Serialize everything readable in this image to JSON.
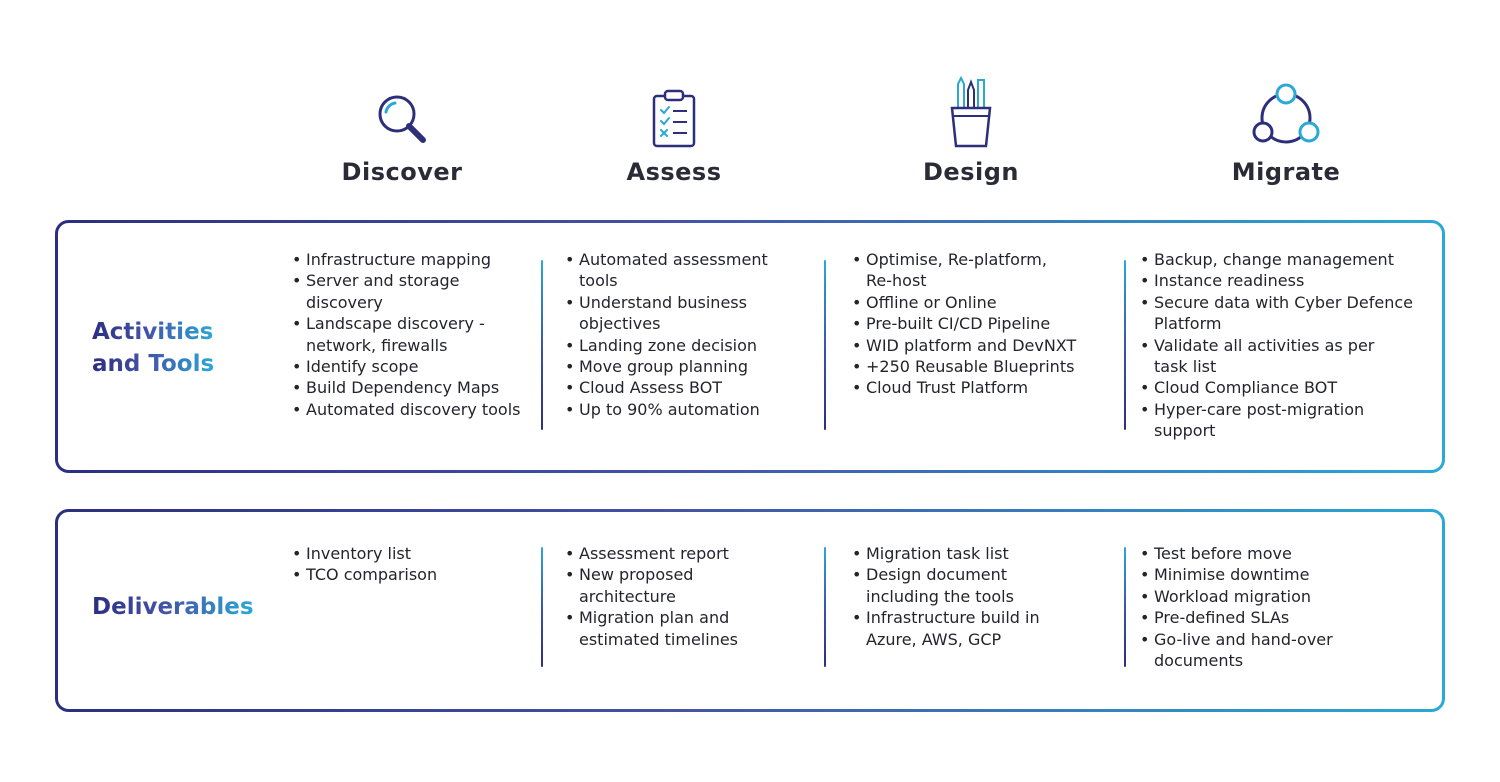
{
  "phases": [
    {
      "title": "Discover",
      "icon": "magnifier-icon"
    },
    {
      "title": "Assess",
      "icon": "clipboard-checklist-icon"
    },
    {
      "title": "Design",
      "icon": "pencil-cup-icon"
    },
    {
      "title": "Migrate",
      "icon": "cycle-nodes-icon"
    }
  ],
  "colors": {
    "gradient_start": "#2c2f7f",
    "gradient_mid": "#4453a8",
    "gradient_end": "#2aa9d6",
    "icon_dark": "#2d2f7a",
    "icon_light": "#2aa9d6"
  },
  "activities": {
    "label_line1": "Activities",
    "label_line2": "and Tools",
    "columns": [
      [
        "Infrastructure mapping",
        "Server and storage discovery",
        "Landscape discovery - network, firewalls",
        "Identify scope",
        "Build Dependency Maps",
        "Automated discovery tools"
      ],
      [
        "Automated assessment tools",
        "Understand business objectives",
        "Landing zone decision",
        "Move group planning",
        "Cloud Assess BOT",
        "Up to 90% automation"
      ],
      [
        "Optimise, Re-platform, Re-host",
        "Offline or Online",
        "Pre-built CI/CD Pipeline",
        "WID platform and DevNXT",
        "+250 Reusable Blueprints",
        "Cloud Trust Platform"
      ],
      [
        "Backup, change management",
        "Instance readiness",
        "Secure data with Cyber Defence Platform",
        "Validate all activities as per task list",
        "Cloud Compliance BOT",
        "Hyper-care post-migration support"
      ]
    ]
  },
  "deliverables": {
    "label": "Deliverables",
    "columns": [
      [
        "Inventory list",
        "TCO comparison"
      ],
      [
        "Assessment report",
        "New proposed architecture",
        "Migration plan and estimated timelines"
      ],
      [
        "Migration task list",
        "Design document including the tools",
        "Infrastructure build in Azure, AWS, GCP"
      ],
      [
        "Test before move",
        "Minimise downtime",
        "Workload migration",
        "Pre-defined SLAs",
        "Go-live and hand-over documents"
      ]
    ]
  }
}
